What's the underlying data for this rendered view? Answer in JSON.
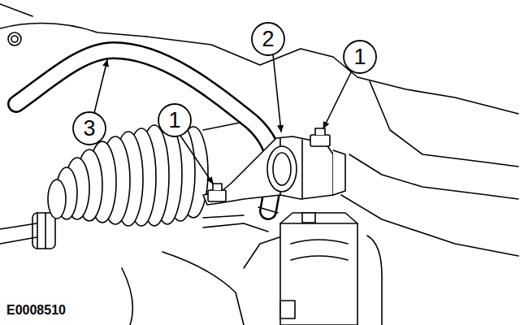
{
  "diagram": {
    "labels": [
      "2",
      "1",
      "1",
      "3",
      "E0008510"
    ]
  }
}
